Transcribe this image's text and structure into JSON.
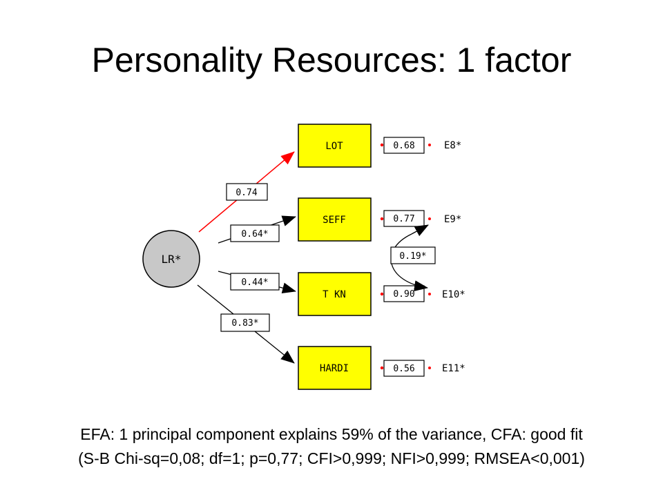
{
  "slide": {
    "title": "Personality Resources: 1 factor",
    "footer_line1": "EFA: 1 principal component explains 59% of the variance, CFA: good fit",
    "footer_line2": "(S-B Chi-sq=0,08; df=1; p=0,77; CFI>0,999; NFI>0,999; RMSEA<0,001)"
  },
  "diagram": {
    "latent": {
      "label": "LR*",
      "color": "#c8c8c8"
    },
    "box_color": "#ffff00",
    "highlight_color": "#ff0000",
    "indicators": [
      {
        "label": "LOT",
        "loading": "0.74",
        "error_loading": "0.68",
        "error": "E8*",
        "highlighted": true
      },
      {
        "label": "SEFF",
        "loading": "0.64*",
        "error_loading": "0.77",
        "error": "E9*",
        "highlighted": false
      },
      {
        "label": "T KN",
        "loading": "0.44*",
        "error_loading": "0.90",
        "error": "E10*",
        "highlighted": false
      },
      {
        "label": "HARDI",
        "loading": "0.83*",
        "error_loading": "0.56",
        "error": "E11*",
        "highlighted": false
      }
    ],
    "covariance": {
      "label": "0.19*",
      "between": [
        "E9*",
        "E10*"
      ]
    }
  }
}
